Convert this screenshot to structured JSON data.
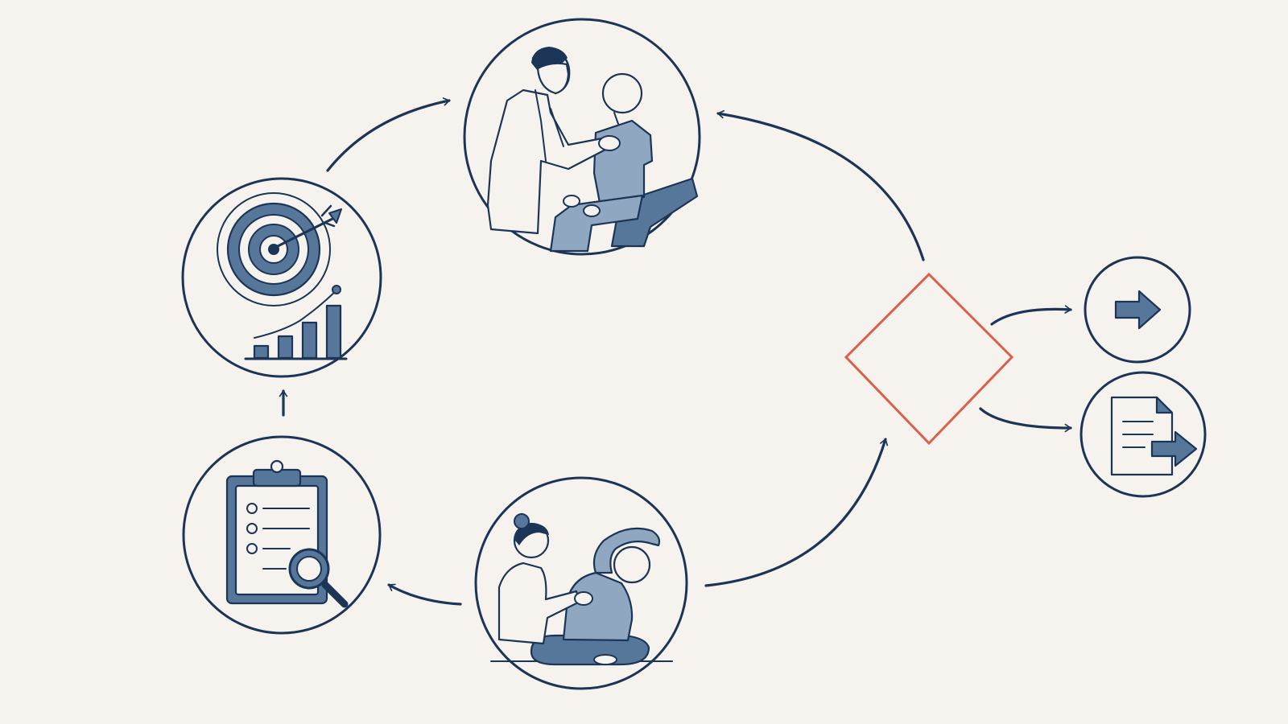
{
  "diagram": {
    "type": "process-cycle",
    "colors": {
      "background": "#f6f3ee",
      "ink": "#1c3557",
      "fill": "#57779a",
      "fill_light": "#8fa7c0",
      "decision": "#d9604b"
    },
    "nodes": [
      {
        "id": "assessment",
        "icon": "clipboard-search-icon"
      },
      {
        "id": "goal-setting",
        "icon": "target-chart-icon"
      },
      {
        "id": "consultation",
        "icon": "clinician-patient-icon"
      },
      {
        "id": "therapy",
        "icon": "stretching-therapy-icon"
      },
      {
        "id": "decision",
        "icon": "diamond-shape"
      },
      {
        "id": "proceed",
        "icon": "arrow-right-icon"
      },
      {
        "id": "referral",
        "icon": "document-export-icon"
      }
    ],
    "edges": [
      {
        "from": "assessment",
        "to": "goal-setting"
      },
      {
        "from": "goal-setting",
        "to": "consultation"
      },
      {
        "from": "decision",
        "to": "consultation"
      },
      {
        "from": "therapy",
        "to": "decision"
      },
      {
        "from": "therapy",
        "to": "assessment"
      },
      {
        "from": "decision",
        "to": "proceed"
      },
      {
        "from": "decision",
        "to": "referral"
      }
    ]
  }
}
